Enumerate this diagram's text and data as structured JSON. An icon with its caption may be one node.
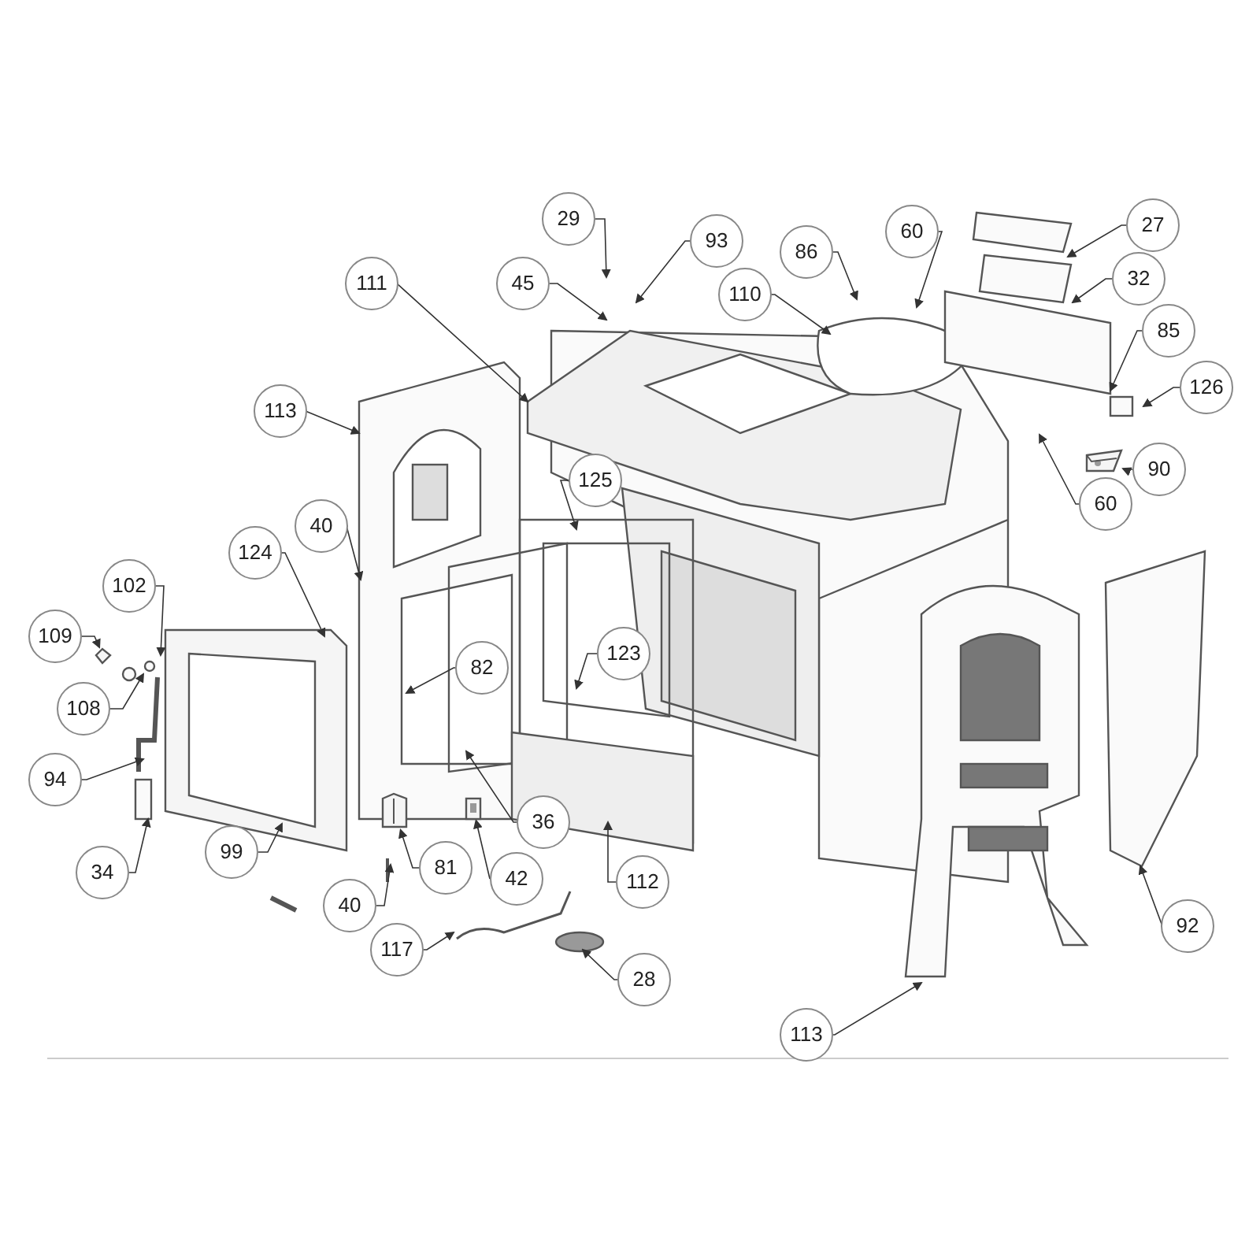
{
  "diagram": {
    "nodes": [
      {
        "text": [
          "29"
        ]
      },
      {
        "text": [
          "93"
        ]
      },
      {
        "text": [
          "45"
        ]
      },
      {
        "text": [
          "111"
        ]
      },
      {
        "text": [
          "86"
        ]
      },
      {
        "text": [
          "60"
        ]
      },
      {
        "text": [
          "27"
        ]
      },
      {
        "text": [
          "32"
        ]
      },
      {
        "text": [
          "110"
        ]
      },
      {
        "text": [
          "85"
        ]
      },
      {
        "text": [
          "126"
        ]
      },
      {
        "text": [
          "113"
        ]
      },
      {
        "text": [
          "90"
        ]
      },
      {
        "text": [
          "60"
        ]
      },
      {
        "text": [
          "125"
        ]
      },
      {
        "text": [
          "40"
        ]
      },
      {
        "text": [
          "124"
        ]
      },
      {
        "text": [
          "102"
        ]
      },
      {
        "text": [
          "109"
        ]
      },
      {
        "text": [
          "123"
        ]
      },
      {
        "text": [
          "82"
        ]
      },
      {
        "text": [
          "108"
        ]
      },
      {
        "text": [
          "94"
        ]
      },
      {
        "text": [
          "36"
        ]
      },
      {
        "text": [
          "34"
        ]
      },
      {
        "text": [
          "99"
        ]
      },
      {
        "text": [
          "81"
        ]
      },
      {
        "text": [
          "42"
        ]
      },
      {
        "text": [
          "112"
        ]
      },
      {
        "text": [
          "40"
        ]
      },
      {
        "text": [
          "92"
        ]
      },
      {
        "text": [
          "117"
        ]
      },
      {
        "text": [
          "28"
        ]
      },
      {
        "text": [
          "113"
        ]
      },
      {
        "text": [],
        "shape": "picture"
      },
      {
        "text": [],
        "shape": "picture"
      },
      {
        "text": [],
        "shape": "picture"
      },
      {
        "text": [],
        "shape": "picture"
      }
    ],
    "edges": [
      {
        "from": 0,
        "to": null,
        "arrow": "to"
      },
      {
        "from": 1,
        "to": null,
        "arrow": "to"
      },
      {
        "from": 2,
        "to": null,
        "arrow": "to"
      },
      {
        "from": 3,
        "to": null,
        "arrow": "to"
      },
      {
        "from": 4,
        "to": null,
        "arrow": "to"
      },
      {
        "from": 5,
        "to": null,
        "arrow": "to"
      },
      {
        "from": 6,
        "to": null,
        "arrow": "to"
      },
      {
        "from": 7,
        "to": null,
        "arrow": "to"
      },
      {
        "from": 8,
        "to": null,
        "arrow": "to"
      },
      {
        "from": 9,
        "to": null,
        "arrow": "to"
      },
      {
        "from": 10,
        "to": null,
        "arrow": "to"
      },
      {
        "from": 11,
        "to": null,
        "arrow": "to"
      },
      {
        "from": 12,
        "to": 37,
        "arrow": "to"
      },
      {
        "from": 13,
        "to": null,
        "arrow": "to"
      },
      {
        "from": 14,
        "to": null,
        "arrow": "to"
      },
      {
        "from": 15,
        "to": null,
        "arrow": "to"
      },
      {
        "from": 16,
        "to": null,
        "arrow": "to"
      },
      {
        "from": 17,
        "to": null,
        "arrow": "to"
      },
      {
        "from": 18,
        "to": 34,
        "arrow": "to"
      },
      {
        "from": 19,
        "to": null,
        "arrow": "to"
      },
      {
        "from": 20,
        "to": null,
        "arrow": "to"
      },
      {
        "from": 21,
        "to": null,
        "arrow": "to"
      },
      {
        "from": 22,
        "to": null,
        "arrow": "to"
      },
      {
        "from": 23,
        "to": null,
        "arrow": "to"
      },
      {
        "from": 24,
        "to": null,
        "arrow": "to"
      },
      {
        "from": 25,
        "to": null,
        "arrow": "to"
      },
      {
        "from": 26,
        "to": 35,
        "arrow": "to"
      },
      {
        "from": 27,
        "to": 36,
        "arrow": "to"
      },
      {
        "from": 28,
        "to": null,
        "arrow": "to"
      },
      {
        "from": 29,
        "to": null,
        "arrow": "to"
      },
      {
        "from": 30,
        "to": null,
        "arrow": "to"
      },
      {
        "from": 31,
        "to": null,
        "arrow": "to"
      },
      {
        "from": 32,
        "to": null,
        "arrow": "to"
      },
      {
        "from": 33,
        "to": null,
        "arrow": "to"
      }
    ]
  }
}
